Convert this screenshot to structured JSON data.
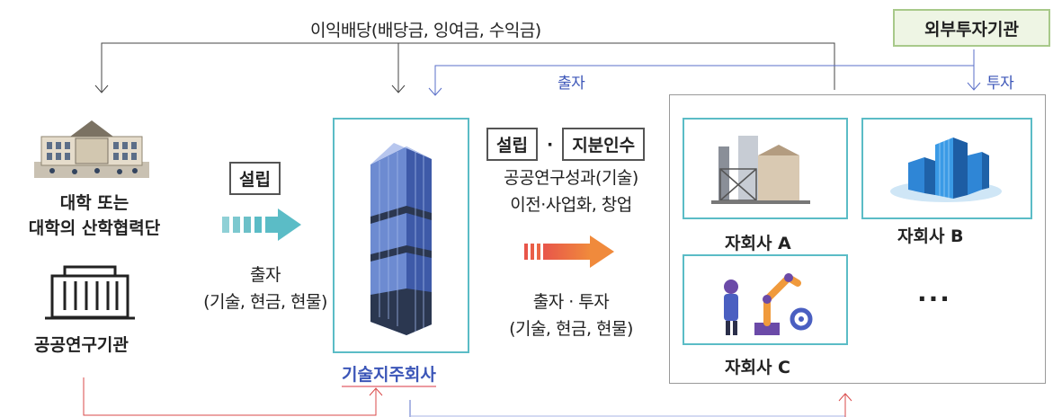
{
  "top_flow": {
    "dividend_label": "이익배당(배당금, 잉여금, 수익금)",
    "invest_label": "출자"
  },
  "external": {
    "label": "외부투자기관",
    "invest_label": "투자"
  },
  "sources": {
    "university_label_line1": "대학 또는",
    "university_label_line2": "대학의 산학협력단",
    "institute_label": "공공연구기관"
  },
  "establish": {
    "label": "설립",
    "contribution_line1": "출자",
    "contribution_line2": "(기술, 현금, 현물)"
  },
  "holding": {
    "label": "기술지주회사"
  },
  "subsidiary_flow": {
    "establish_label": "설립",
    "separator": "·",
    "acquire_label": "지분인수",
    "desc_line1": "공공연구성과(기술)",
    "desc_line2": "이전·사업화, 창업",
    "invest_line1": "출자 · 투자",
    "invest_line2": "(기술, 현금, 현물)"
  },
  "subsidiaries": [
    {
      "label": "자회사 A",
      "icon": "factory-icon"
    },
    {
      "label": "자회사 B",
      "icon": "building-icon"
    },
    {
      "label": "자회사 C",
      "icon": "robot-arm-icon"
    }
  ],
  "more_label": "···",
  "colors": {
    "teal": "#5bbcc6",
    "blue": "#3c56b8",
    "red_arrow": "#e8554a",
    "orange_arrow": "#f08a3c",
    "green_bg": "#eef5e4"
  }
}
